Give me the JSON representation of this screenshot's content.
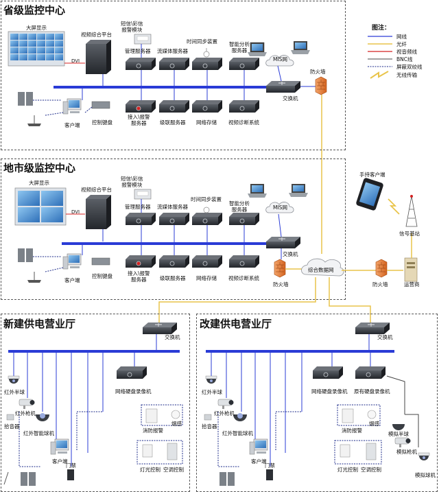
{
  "legend": {
    "title": "图注：",
    "items": [
      {
        "label": "网线",
        "color": "#2a3bd6"
      },
      {
        "label": "光纤",
        "color": "#e9c44a"
      },
      {
        "label": "视音频线",
        "color": "#d42020"
      },
      {
        "label": "BNC线",
        "color": "#444444"
      },
      {
        "label": "屏蔽双绞线",
        "color": "#1b2a8a"
      },
      {
        "label": "无线传输",
        "color": "#e9c44a"
      }
    ]
  },
  "provincial": {
    "title": "省级监控中心",
    "big_screen": "大屏显示",
    "video_platform": "视频综合平台",
    "dvi": "DVI",
    "sms_alarm": "短信\\彩信\n报警模块",
    "time_sync": "时间同步装置",
    "mgmt_server": "管理服务器",
    "stream_server": "流媒体服务器",
    "analysis_server": "智能分析\n服务器",
    "mis": "MIS网",
    "firewall": "防火墙",
    "switch": "交换机",
    "client": "客户端",
    "keyboard": "控制键盘",
    "access_server": "接入\\报警\n服务器",
    "cascade_server": "级联服务器",
    "storage": "网络存储",
    "diag": "视频诊断系统"
  },
  "city": {
    "title": "地市级监控中心",
    "big_screen": "大屏显示",
    "video_platform": "视频综合平台",
    "dvi": "DVI",
    "sms_alarm": "短信\\彩信\n报警模块",
    "time_sync": "时间同步装置",
    "mgmt_server": "管理服务器",
    "stream_server": "流媒体服务器",
    "analysis_server": "智能分析\n服务器",
    "mis": "MIS网",
    "switch": "交换机",
    "client": "客户端",
    "keyboard": "控制键盘",
    "access_server": "接入\\报警\n服务器",
    "cascade_server": "级联服务器",
    "storage": "网络存储",
    "diag": "视频诊断系统",
    "firewall": "防火墙",
    "data_net": "综合数据网"
  },
  "mobile": {
    "handheld": "手持客户端",
    "base_station": "信号基站",
    "firewall": "防火墙",
    "operator": "运营商"
  },
  "new_hall": {
    "title": "新建供电营业厅",
    "switch": "交换机",
    "nvr": "网络硬盘录像机",
    "ir_dome": "红外半球",
    "ir_bullet": "红外枪机",
    "smart_ptz": "红外智能球机",
    "pickup": "拾音器",
    "fire_alarm": "消防报警",
    "smoke": "烟感",
    "client": "客户端",
    "door": "门禁",
    "light_ctrl": "灯光控制",
    "ac_ctrl": "空调控制"
  },
  "old_hall": {
    "title": "改建供电营业厅",
    "switch": "交换机",
    "nvr": "网络硬盘录像机",
    "old_dvr": "原有硬盘录像机",
    "ir_dome": "红外半球",
    "ir_bullet": "红外枪机",
    "smart_ptz": "红外智能球机",
    "pickup": "拾音器",
    "fire_alarm": "消防报警",
    "smoke": "烟感",
    "analog_dome": "模拟半球",
    "analog_bullet": "模拟枪机",
    "client": "客户端",
    "door": "门禁",
    "light_ctrl": "灯光控制",
    "ac_ctrl": "空调控制",
    "analog_ptz": "模拟球机"
  }
}
